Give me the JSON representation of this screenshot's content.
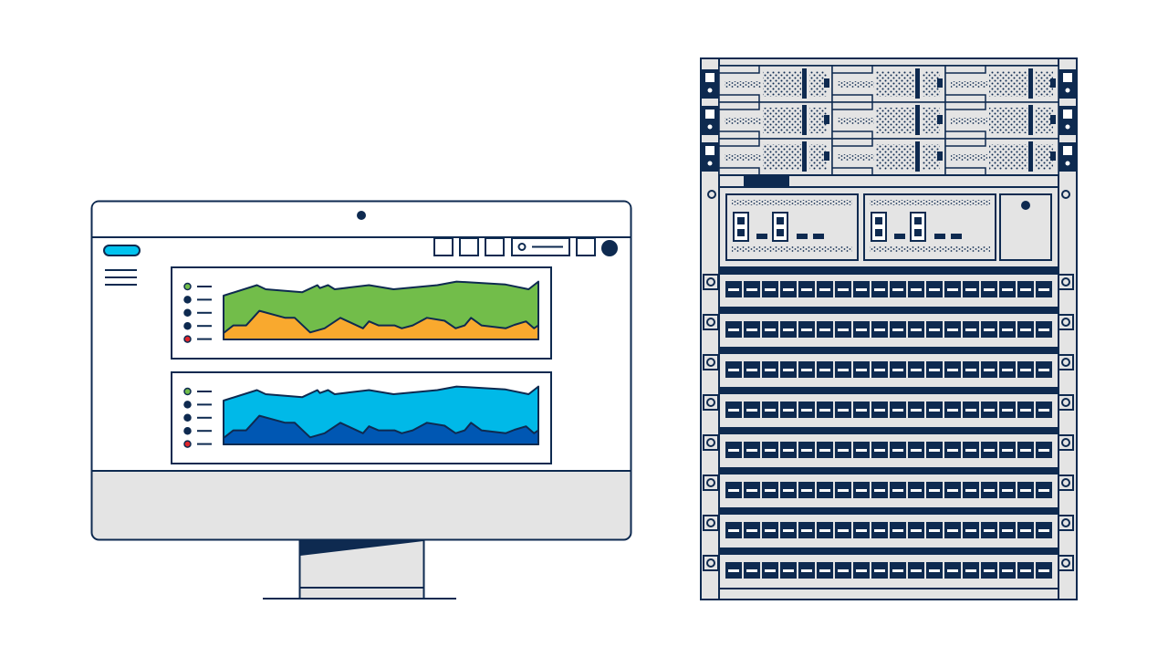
{
  "colors": {
    "outline": "#0e2a50",
    "panel_gray": "#e4e4e4",
    "background": "#ffffff",
    "accent_pill": "#00c3ef",
    "legend_first": "#72bd4a",
    "legend_last": "#e0262b"
  },
  "monitor": {
    "toolbar_icons": [
      "square-button-icon",
      "square-button-icon",
      "square-button-icon",
      "search-field",
      "square-button-icon",
      "avatar-icon"
    ],
    "menu_icon": "hamburger-menu-icon",
    "legend_dot_count": 5
  },
  "chart_data": [
    {
      "type": "area",
      "stacked": true,
      "axes_visible": false,
      "series": [
        {
          "color": "#f9a92e",
          "x": [
            0,
            3.1,
            7.2,
            11.4,
            19.6,
            22.6,
            27.5,
            32.1,
            37.1,
            44.3,
            46.2,
            49.2,
            54.3,
            56.6,
            60.1,
            64.6,
            70.2,
            73.7,
            76.6,
            78.6,
            81.9,
            89.6,
            92.4,
            96.1,
            98.6,
            100
          ],
          "level": [
            11,
            24,
            24,
            49,
            37,
            37,
            12,
            19,
            37,
            19,
            31,
            24,
            24,
            19,
            24,
            37,
            32,
            19,
            24,
            37,
            24,
            19,
            25,
            31,
            19,
            24
          ]
        },
        {
          "color": "#72bd4a",
          "x": [
            0,
            10.6,
            13.4,
            25,
            29.8,
            30.6,
            33.2,
            35.3,
            46.2,
            54,
            67.9,
            74,
            89.6,
            96.9,
            100
          ],
          "level": [
            75,
            93,
            86,
            81,
            93,
            88,
            93,
            86,
            93,
            86,
            93,
            99,
            94,
            86,
            99
          ]
        }
      ]
    },
    {
      "type": "area",
      "stacked": true,
      "axes_visible": false,
      "series": [
        {
          "color": "#0057b3",
          "x": [
            0,
            3.1,
            7.2,
            11.4,
            19.6,
            22.6,
            27.5,
            32.1,
            37.1,
            44.3,
            46.2,
            49.2,
            54.3,
            56.6,
            60.1,
            64.6,
            70.2,
            73.7,
            76.6,
            78.6,
            81.9,
            89.6,
            92.4,
            96.1,
            98.6,
            100
          ],
          "level": [
            11,
            24,
            24,
            49,
            37,
            37,
            12,
            19,
            37,
            19,
            31,
            24,
            24,
            19,
            24,
            37,
            32,
            19,
            24,
            37,
            24,
            19,
            25,
            31,
            19,
            24
          ]
        },
        {
          "color": "#00b9e8",
          "x": [
            0,
            10.6,
            13.4,
            25,
            29.8,
            30.6,
            33.2,
            35.3,
            46.2,
            54,
            67.9,
            74,
            89.6,
            96.9,
            100
          ],
          "level": [
            75,
            93,
            86,
            81,
            93,
            88,
            93,
            86,
            93,
            86,
            93,
            99,
            94,
            86,
            99
          ]
        }
      ]
    }
  ],
  "rack": {
    "drive_rows": 3,
    "drives_per_row": 3,
    "switch_rows": 8,
    "ports_per_row": 18
  }
}
